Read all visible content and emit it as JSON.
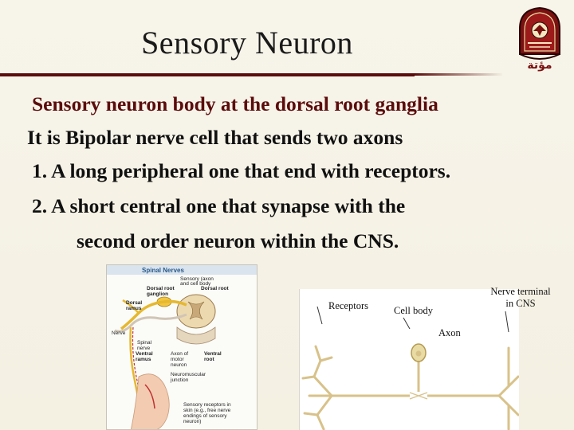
{
  "slide": {
    "title": "Sensory Neuron",
    "lines": [
      "Sensory neuron body at the dorsal root ganglia",
      "It is Bipolar nerve cell that  sends two axons",
      "1. A long peripheral one that end with receptors.",
      "2. A short central one that synapse with the",
      "second order neuron within the CNS."
    ],
    "colors": {
      "accent": "#5b0c0c",
      "background": "#f4f0e2"
    }
  },
  "logo": {
    "name": "university-seal",
    "caption": "مؤتة"
  },
  "figure_left": {
    "heading": "Spinal Nerves",
    "labels": [
      "Sensory (axon",
      "and cell body",
      "Dorsal root",
      "Dorsal root",
      "ganglion",
      "Dorsal",
      "ramus",
      "Nerve",
      "Spinal",
      "nerve",
      "Ventral",
      "ramus",
      "Axon of",
      "motor",
      "neuron",
      "Ventral",
      "root",
      "Neuromuscular",
      "junction",
      "Sensory receptors in",
      "skin (e.g., free nerve",
      "endings of sensory",
      "neuron)"
    ]
  },
  "figure_right": {
    "receptors": "Receptors",
    "cell_body": "Cell body",
    "axon": "Axon",
    "terminal_line1": "Nerve terminal",
    "terminal_line2": "in CNS"
  }
}
